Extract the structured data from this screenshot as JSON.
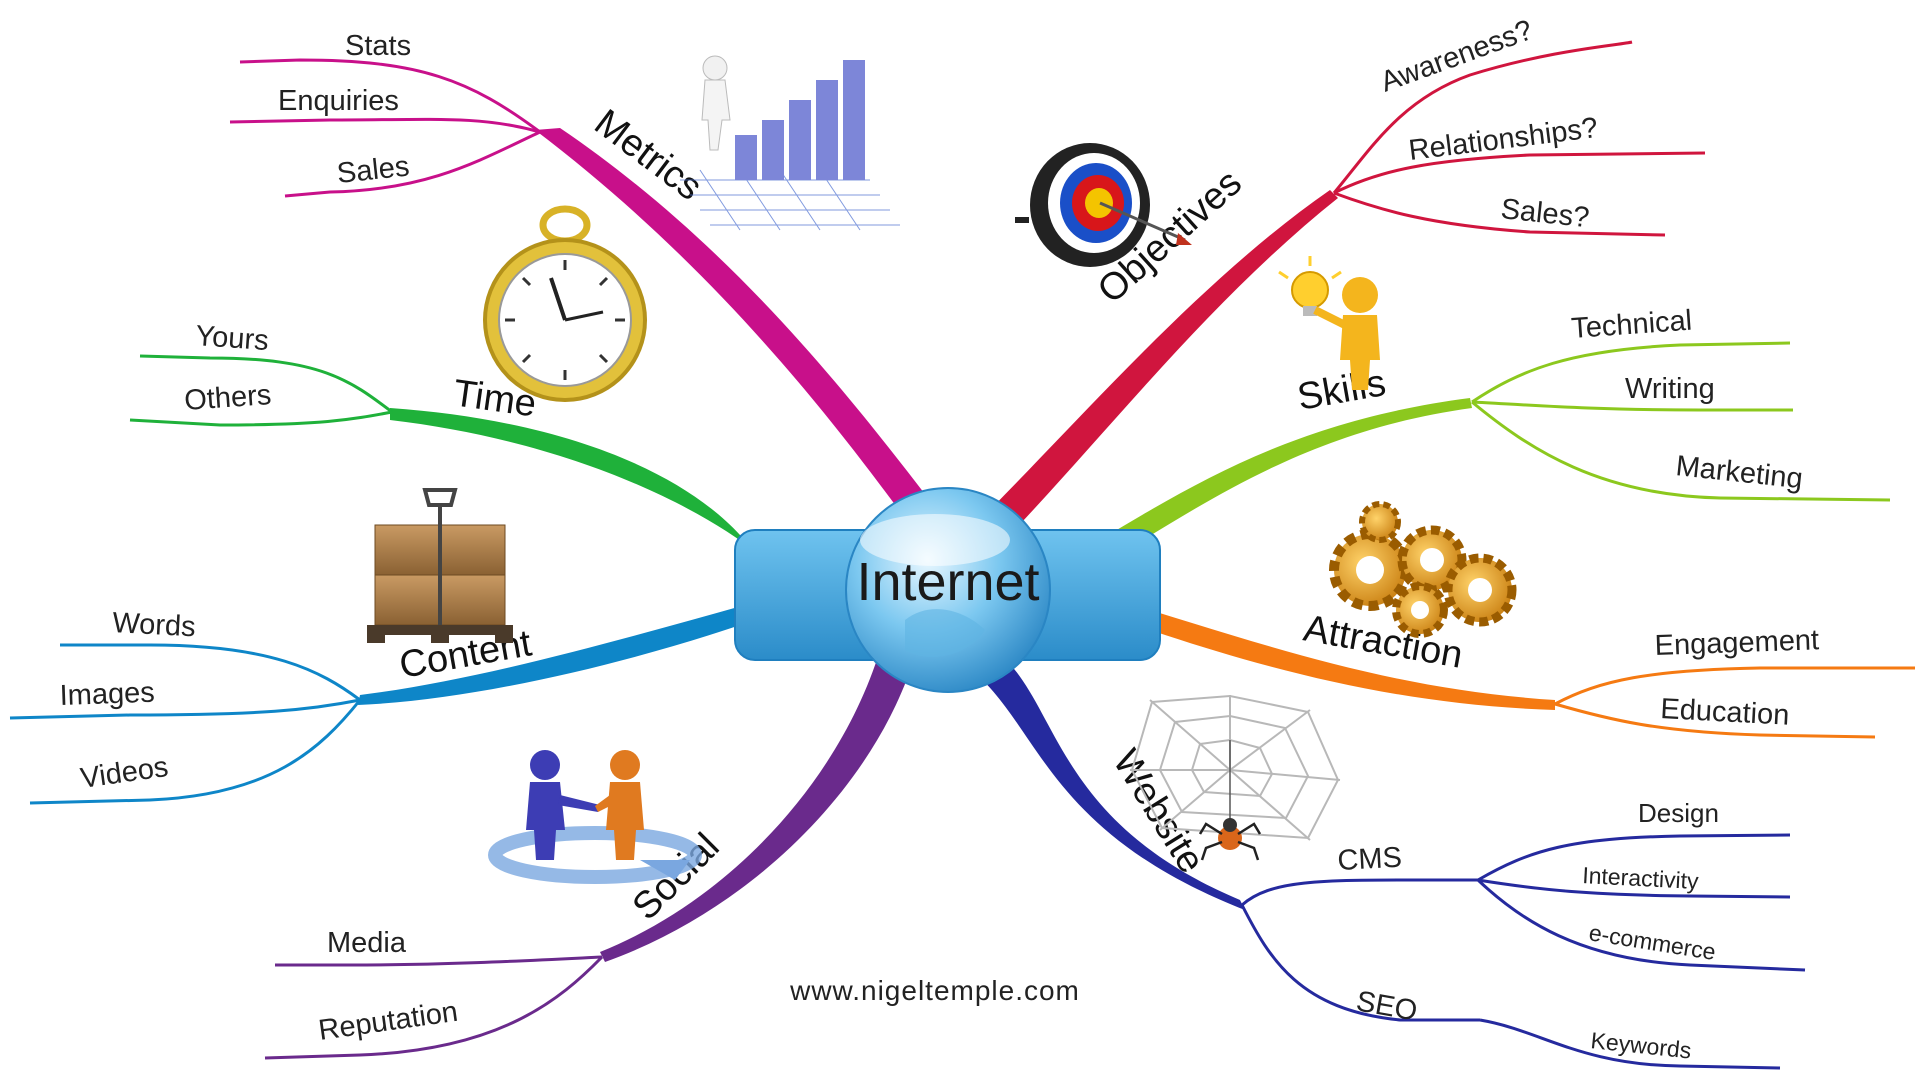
{
  "center": {
    "label": "Internet"
  },
  "footer": {
    "url": "www.nigeltemple.com"
  },
  "colors": {
    "metrics": "#c8108a",
    "time": "#1fb13a",
    "content": "#0e86c8",
    "social": "#6a2a8c",
    "objectives": "#d0153e",
    "skills": "#8cc81e",
    "attraction": "#f57a12",
    "website": "#252a9e"
  },
  "branches": {
    "metrics": {
      "label": "Metrics",
      "icon": "bar-chart-figure-icon",
      "leaves": [
        "Stats",
        "Enquiries",
        "Sales"
      ]
    },
    "time": {
      "label": "Time",
      "icon": "stopwatch-icon",
      "leaves": [
        "Yours",
        "Others"
      ]
    },
    "content": {
      "label": "Content",
      "icon": "pallet-boxes-icon",
      "leaves": [
        "Words",
        "Images",
        "Videos"
      ]
    },
    "social": {
      "label": "Social",
      "icon": "handshake-figures-icon",
      "leaves": [
        "Media",
        "Reputation"
      ]
    },
    "objectives": {
      "label": "Objectives",
      "icon": "target-icon",
      "leaves": [
        "Awareness?",
        "Relationships?",
        "Sales?"
      ]
    },
    "skills": {
      "label": "Skills",
      "icon": "lightbulb-figure-icon",
      "leaves": [
        "Technical",
        "Writing",
        "Marketing"
      ]
    },
    "attraction": {
      "label": "Attraction",
      "icon": "gears-icon",
      "leaves": [
        "Engagement",
        "Education"
      ]
    },
    "website": {
      "label": "Website",
      "icon": "spider-web-icon",
      "cms": {
        "label": "CMS",
        "leaves": [
          "Design",
          "Interactivity",
          "e-commerce"
        ]
      },
      "seo": {
        "label": "SEO",
        "leaves": [
          "Keywords"
        ]
      }
    }
  }
}
